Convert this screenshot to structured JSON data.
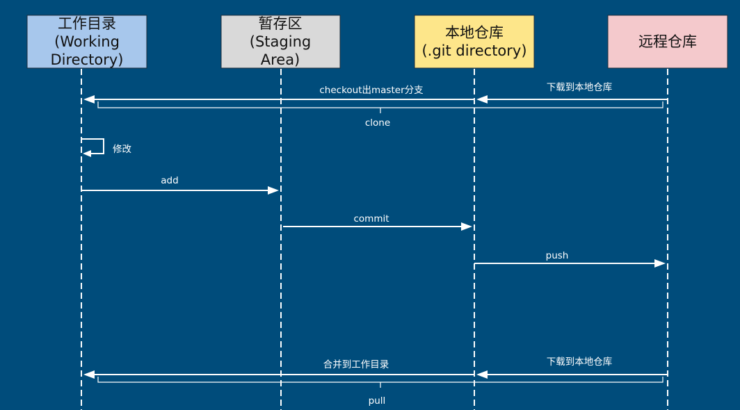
{
  "colors": {
    "background": "#004c7b",
    "working_dir": "#a7c7ec",
    "staging": "#d9d9d9",
    "local_repo": "#fde68a",
    "remote_repo": "#f4c9cc"
  },
  "actors": [
    {
      "id": "working",
      "lines": [
        "工作目录",
        "(Working",
        "Directory)"
      ]
    },
    {
      "id": "staging",
      "lines": [
        "暂存区",
        "(Staging",
        "Area)"
      ]
    },
    {
      "id": "local",
      "lines": [
        "本地仓库",
        "(.git directory)"
      ]
    },
    {
      "id": "remote",
      "lines": [
        "远程仓库"
      ]
    }
  ],
  "messages": [
    {
      "label": "checkout出master分支"
    },
    {
      "label": "下载到本地仓库"
    },
    {
      "label": "clone"
    },
    {
      "label": "修改"
    },
    {
      "label": "add"
    },
    {
      "label": "commit"
    },
    {
      "label": "push"
    },
    {
      "label": "合并到工作目录"
    },
    {
      "label": "下载到本地仓库"
    },
    {
      "label": "pull"
    }
  ]
}
